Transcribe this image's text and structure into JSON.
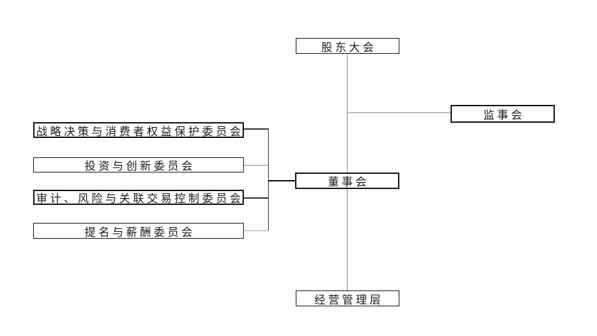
{
  "diagram": {
    "type": "org-chart",
    "language": "zh-CN",
    "nodes": {
      "shareholders_meeting": {
        "label": "股东大会"
      },
      "supervisory_board": {
        "label": "监事会"
      },
      "board_of_directors": {
        "label": "董事会"
      },
      "management_team": {
        "label": "经营管理层"
      }
    },
    "committees": [
      {
        "label": "战略决策与消费者权益保护委员会"
      },
      {
        "label": "投资与创新委员会"
      },
      {
        "label": "审计、风险与关联交易控制委员会"
      },
      {
        "label": "提名与薪酬委员会"
      }
    ],
    "edges": [
      {
        "from": "shareholders_meeting",
        "to": "board_of_directors"
      },
      {
        "from": "shareholders_meeting",
        "to": "supervisory_board"
      },
      {
        "from": "board_of_directors",
        "to": "management_team"
      },
      {
        "from": "board_of_directors",
        "to": "战略决策与消费者权益保护委员会"
      },
      {
        "from": "board_of_directors",
        "to": "投资与创新委员会"
      },
      {
        "from": "board_of_directors",
        "to": "审计、风险与关联交易控制委员会"
      },
      {
        "from": "board_of_directors",
        "to": "提名与薪酬委员会"
      }
    ],
    "colors": {
      "background": "#ffffff",
      "border_color": "#1a1a1a",
      "text_color": "#1a1a1a",
      "line_color": "#8c8c8c"
    }
  }
}
